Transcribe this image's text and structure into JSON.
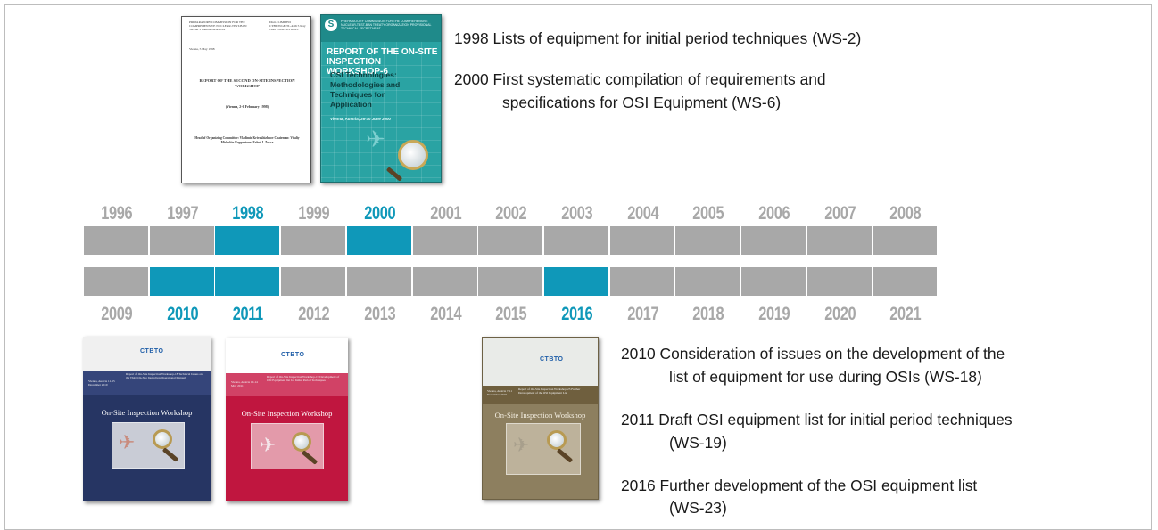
{
  "colors": {
    "highlight": "#0f98b9",
    "base": "#a8a8a8",
    "text": "#1a1a1a"
  },
  "covers": {
    "ws2": {
      "header_left": "PREPARATORY COMMISSION FOR THE COMPREHENSIVE NUCLEAR-TEST-BAN TREATY ORGANIZATION",
      "header_right": "Distr.: LIMITED CTBT/WGB/TL-4/16 5 May 1998 ENGLISH ONLY",
      "date": "Vienna, 5 May 1998",
      "title": "REPORT OF THE SECOND ON-SITE INSPECTION WORKSHOP",
      "venue": "(Vienna, 2-6 February 1998)",
      "people": "Head of Organizing Committee: Vladimir Krivokhizhnov   Chairman: Vitaliy Mishukin   Rapporteur: Erhui J. Zucca"
    },
    "ws6": {
      "org": "PREPARATORY COMMISSION FOR THE COMPREHENSIVE NUCLEAR-TEST-BAN TREATY ORGANIZATION PROVISIONAL TECHNICAL SECRETARIAT",
      "title": "REPORT OF THE ON-SITE INSPECTION WORKSHOP-6",
      "subtitle": "OSI Technologies: Methodologies and Techniques for Application",
      "venue": "Vienna, Austria, 26-30 June 2000"
    },
    "ws18": {
      "logo": "CTBTO",
      "venue": "Vienna, Austria 11-15 December 2010",
      "report": "Report of On-Site Inspection Workshop-18 Technical Issues on the Third On-Site Inspection Operational Manual",
      "title": "On-Site Inspection Workshop"
    },
    "ws19": {
      "logo": "CTBTO",
      "venue": "Vienna, Austria 10-14 May 2011",
      "report": "Report of On-Site Inspection Workshop-19 Development of OSI Equipment list for Initial Period Techniques",
      "title": "On-Site Inspection Workshop"
    },
    "ws23": {
      "logo": "CTBTO",
      "venue": "Vienna, Austria 7-11 November 2016",
      "report": "Report of On-Site Inspection Workshop-23 Further Development of the OSI Equipment List",
      "title": "On-Site Inspection Workshop"
    }
  },
  "descriptions_top": [
    {
      "line1": "1998 Lists of equipment  for initial period techniques  (WS-2)"
    },
    {
      "line1": "2000 First systematic compilation of requirements and",
      "line2": "specifications for OSI Equipment  (WS-6)"
    }
  ],
  "descriptions_bottom": [
    {
      "line1": "2010 Consideration of issues on the development  of the",
      "line2": "list of equipment  for use during OSIs (WS-18)"
    },
    {
      "line1": "2011 Draft OSI equipment  list for initial period techniques",
      "line2": "(WS-19)"
    },
    {
      "line1": "2016 Further development of the OSI equipment list",
      "line2": "(WS-23)"
    }
  ],
  "timeline": {
    "top_years": [
      "1996",
      "1997",
      "1998",
      "1999",
      "2000",
      "2001",
      "2002",
      "2003",
      "2004",
      "2005",
      "2006",
      "2007",
      "2008"
    ],
    "top_highlight": [
      false,
      false,
      true,
      false,
      true,
      false,
      false,
      false,
      false,
      false,
      false,
      false,
      false
    ],
    "bottom_years": [
      "2009",
      "2010",
      "2011",
      "2012",
      "2013",
      "2014",
      "2015",
      "2016",
      "2017",
      "2018",
      "2019",
      "2020",
      "2021"
    ],
    "bottom_highlight": [
      false,
      true,
      true,
      false,
      false,
      false,
      false,
      true,
      false,
      false,
      false,
      false,
      false
    ]
  }
}
